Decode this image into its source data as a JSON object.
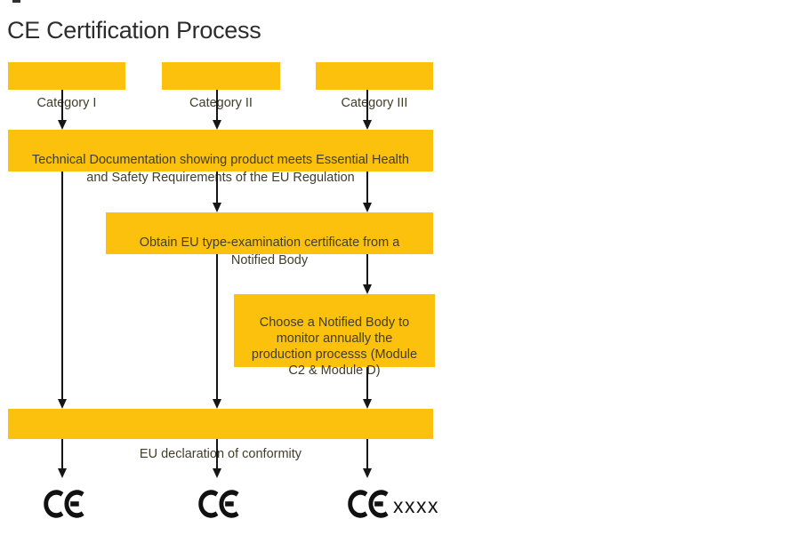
{
  "title": "CE Certification Process",
  "colors": {
    "box": "#FBC10D",
    "box_text": "#423D28",
    "line": "#161616",
    "title": "#2D2D2D"
  },
  "flowchart": {
    "categories": [
      {
        "label": "Category I"
      },
      {
        "label": "Category II"
      },
      {
        "label": "Category III"
      }
    ],
    "technical_documentation": [
      "Technical Documentation showing product meets Essential Health",
      "and Safety Requirements of the EU Regulation"
    ],
    "type_examination": [
      "Obtain EU type-examination certificate from a",
      "Notified Body"
    ],
    "notified_body_monitoring": [
      "Choose a Notified Body to",
      "monitor annually the",
      "production processs (Module",
      "C2 & Module D)"
    ],
    "eu_declaration": "EU declaration of conformity",
    "ce_marks": [
      {
        "name": "CE marking",
        "suffix": ""
      },
      {
        "name": "CE marking",
        "suffix": ""
      },
      {
        "name": "CE marking with notified body number",
        "suffix": "xxxx"
      }
    ]
  }
}
